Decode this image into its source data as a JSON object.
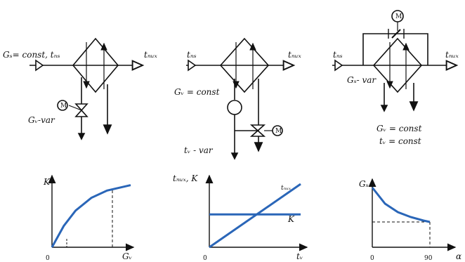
{
  "diagrams": [
    {
      "gs_label": "Gₛ= const, tₙₛ",
      "out_label": "tₙᵤₓ",
      "gw_label": "Gᵥ-var",
      "motor": "M"
    },
    {
      "in_label": "tₙₛ",
      "out_label": "tₙᵤₓ",
      "gw_label": "Gᵥ = const",
      "tw_label": "tᵥ - var",
      "motor": "M"
    },
    {
      "in_label": "tₙₛ",
      "out_label": "tₙᵤₓ",
      "gs_label": "Gₛ- var",
      "gw_const": "Gᵥ = const",
      "tw_const": "tᵥ = const",
      "motor": "M"
    }
  ],
  "chart_data": [
    {
      "type": "line",
      "ylabel": "K",
      "xlabel": "Gᵥ",
      "origin_label": "0",
      "series": [
        {
          "values": [
            [
              0,
              0
            ],
            [
              0.15,
              0.32
            ],
            [
              0.3,
              0.55
            ],
            [
              0.5,
              0.74
            ],
            [
              0.7,
              0.85
            ],
            [
              1.0,
              0.93
            ]
          ]
        }
      ],
      "annotation": "dashed guide at x ≈ 0.72"
    },
    {
      "type": "line",
      "ylabel": "tₙᵤₓ, K",
      "xlabel": "tᵥ",
      "origin_label": "0",
      "series": [
        {
          "name": "tₙᵤₓ",
          "values": [
            [
              0,
              0
            ],
            [
              1,
              1
            ]
          ]
        },
        {
          "name": "K",
          "values": [
            [
              0,
              0.52
            ],
            [
              1,
              0.52
            ]
          ]
        }
      ]
    },
    {
      "type": "line",
      "ylabel": "Gₛ",
      "xlabel": "α",
      "ticks_x": [
        "0",
        "90"
      ],
      "series": [
        {
          "values": [
            [
              0,
              0.85
            ],
            [
              20,
              0.62
            ],
            [
              40,
              0.5
            ],
            [
              60,
              0.43
            ],
            [
              80,
              0.38
            ],
            [
              90,
              0.36
            ]
          ]
        }
      ],
      "annotation": "dashed guide at y ≈ 0.36 and x = 90"
    }
  ]
}
